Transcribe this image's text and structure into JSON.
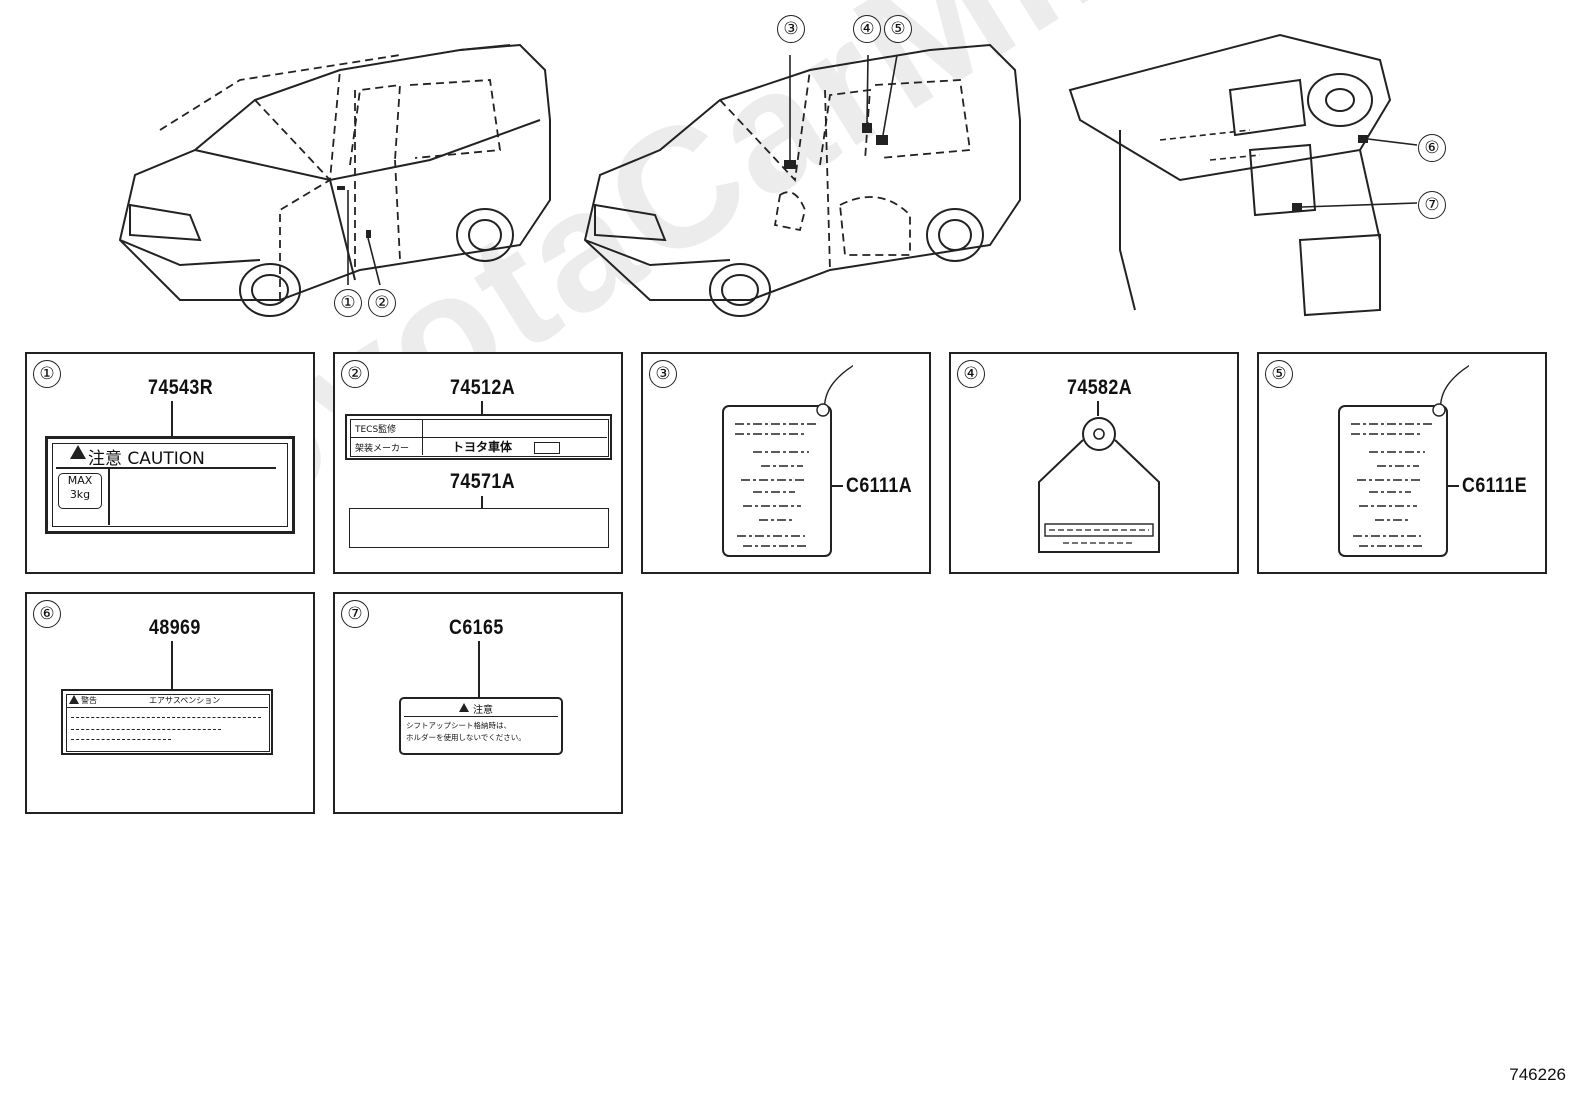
{
  "watermark": "ToyotaCarMine.ru",
  "diagram_id": "746226",
  "callouts": {
    "c1": "①",
    "c2": "②",
    "c3": "③",
    "c4": "④",
    "c5": "⑤",
    "c6": "⑥",
    "c7": "⑦"
  },
  "panels": [
    {
      "num": "①",
      "parts": [
        "74543R"
      ],
      "caution_text": "注意  CAUTION",
      "max_text_1": "MAX",
      "max_text_2": "3kg"
    },
    {
      "num": "②",
      "parts": [
        "74512A",
        "74571A"
      ],
      "row1_label": "TECS監修",
      "row2_label": "架装メーカー",
      "brand_text": "トヨタ車体"
    },
    {
      "num": "③",
      "parts": [
        "C6111A"
      ]
    },
    {
      "num": "④",
      "parts": [
        "74582A"
      ]
    },
    {
      "num": "⑤",
      "parts": [
        "C6111E"
      ]
    },
    {
      "num": "⑥",
      "parts": [
        "48969"
      ],
      "warn_head": "警告",
      "warn_title": "エアサスペンション"
    },
    {
      "num": "⑦",
      "parts": [
        "C6165"
      ],
      "caution_head": "注意",
      "line1": "シフトアップシート格納時は、",
      "line2": "ホルダーを使用しないでください。"
    }
  ]
}
